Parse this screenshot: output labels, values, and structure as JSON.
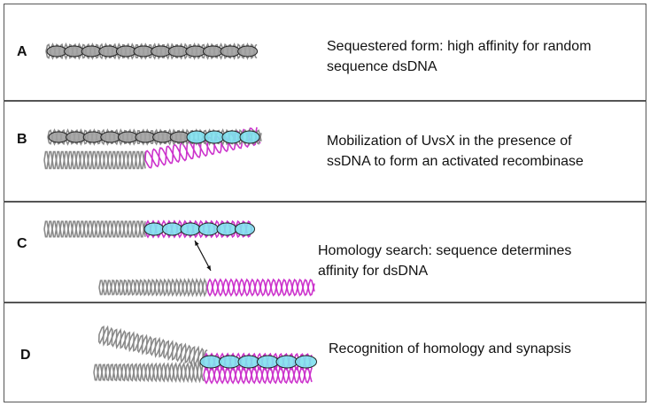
{
  "panels": [
    {
      "letter": "A",
      "caption_line1": "Sequestered form: high affinity for random",
      "caption_line2": "sequence dsDNA"
    },
    {
      "letter": "B",
      "caption_line1": "Mobilization of UvsX in the presence of",
      "caption_line2": "ssDNA to form an activated recombinase"
    },
    {
      "letter": "C",
      "caption_line1": "Homology search: sequence determines",
      "caption_line2": "affinity for dsDNA"
    },
    {
      "letter": "D",
      "caption_line1": "Recognition of homology and synapsis",
      "caption_line2": ""
    }
  ],
  "colors": {
    "dna_gray": "#8a8a8a",
    "dna_magenta": "#cc33cc",
    "protein_gray": "#a0a0a0",
    "protein_cyan": "#7fe0ee",
    "outline": "#222222"
  }
}
